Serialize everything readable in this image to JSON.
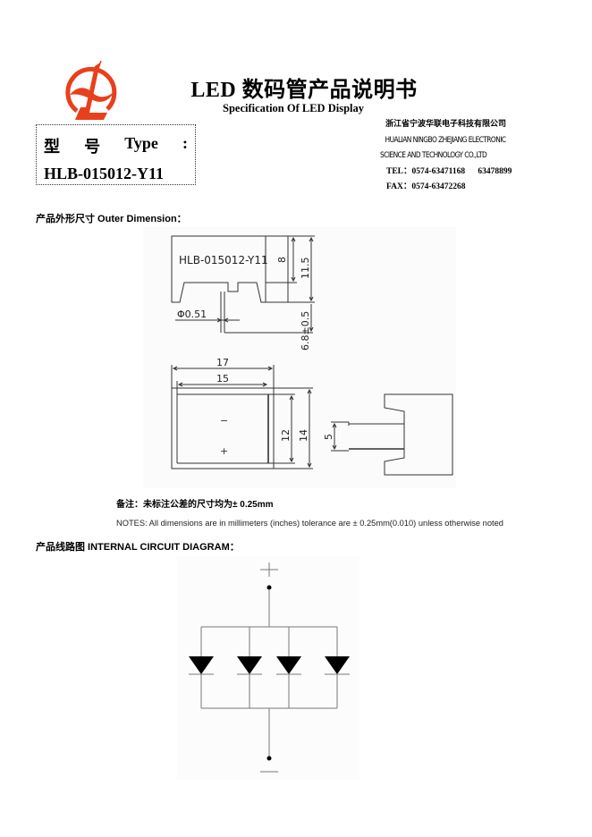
{
  "header": {
    "logo": {
      "icon": "company-logo-icon",
      "color": "#e8401c"
    },
    "title": "LED 数码管产品说明书",
    "subtitle": "Specification Of LED Display"
  },
  "type_box": {
    "label_cn_1": "型",
    "label_cn_2": "号",
    "label_en": "Type",
    "colon": ":",
    "model": "HLB-015012-Y11"
  },
  "company": {
    "name_cn": "浙江省宁波华联电子科技有限公司",
    "name_en_line1": "HUALIAN NINGBO ZHEJIANG ELECTRONIC",
    "name_en_line2": "SCIENCE AND TECHNOLOGY CO.,LTD",
    "tel": "TEL：0574-63471168      63478899",
    "fax": "FAX：0574-63472268"
  },
  "outer_dimension": {
    "heading": "产品外形尺寸 Outer Dimension：",
    "drawing": {
      "part_label": "HLB-015012-Y11",
      "dim_height_inner": "8",
      "dim_height_total": "11.5",
      "dim_pin_length": "6.8±0.5",
      "dim_pin_diameter": "Φ0.51",
      "dim_width_outer": "17",
      "dim_width_inner": "15",
      "dim_height_front_inner": "12",
      "dim_height_front_outer": "14",
      "dim_pin_pitch": "5",
      "mark_minus": "−",
      "mark_plus": "+"
    },
    "note_cn": "备注：未标注公差的尺寸均为± 0.25mm",
    "note_en": "NOTES: All dimensions are in millimeters (inches) tolerance are ± 0.25mm(0.010) unless otherwise noted"
  },
  "circuit": {
    "heading": "产品线路图 INTERNAL CIRCUIT DIAGRAM：",
    "top_terminal": "+",
    "bottom_terminal": "−",
    "led_count": 4
  }
}
